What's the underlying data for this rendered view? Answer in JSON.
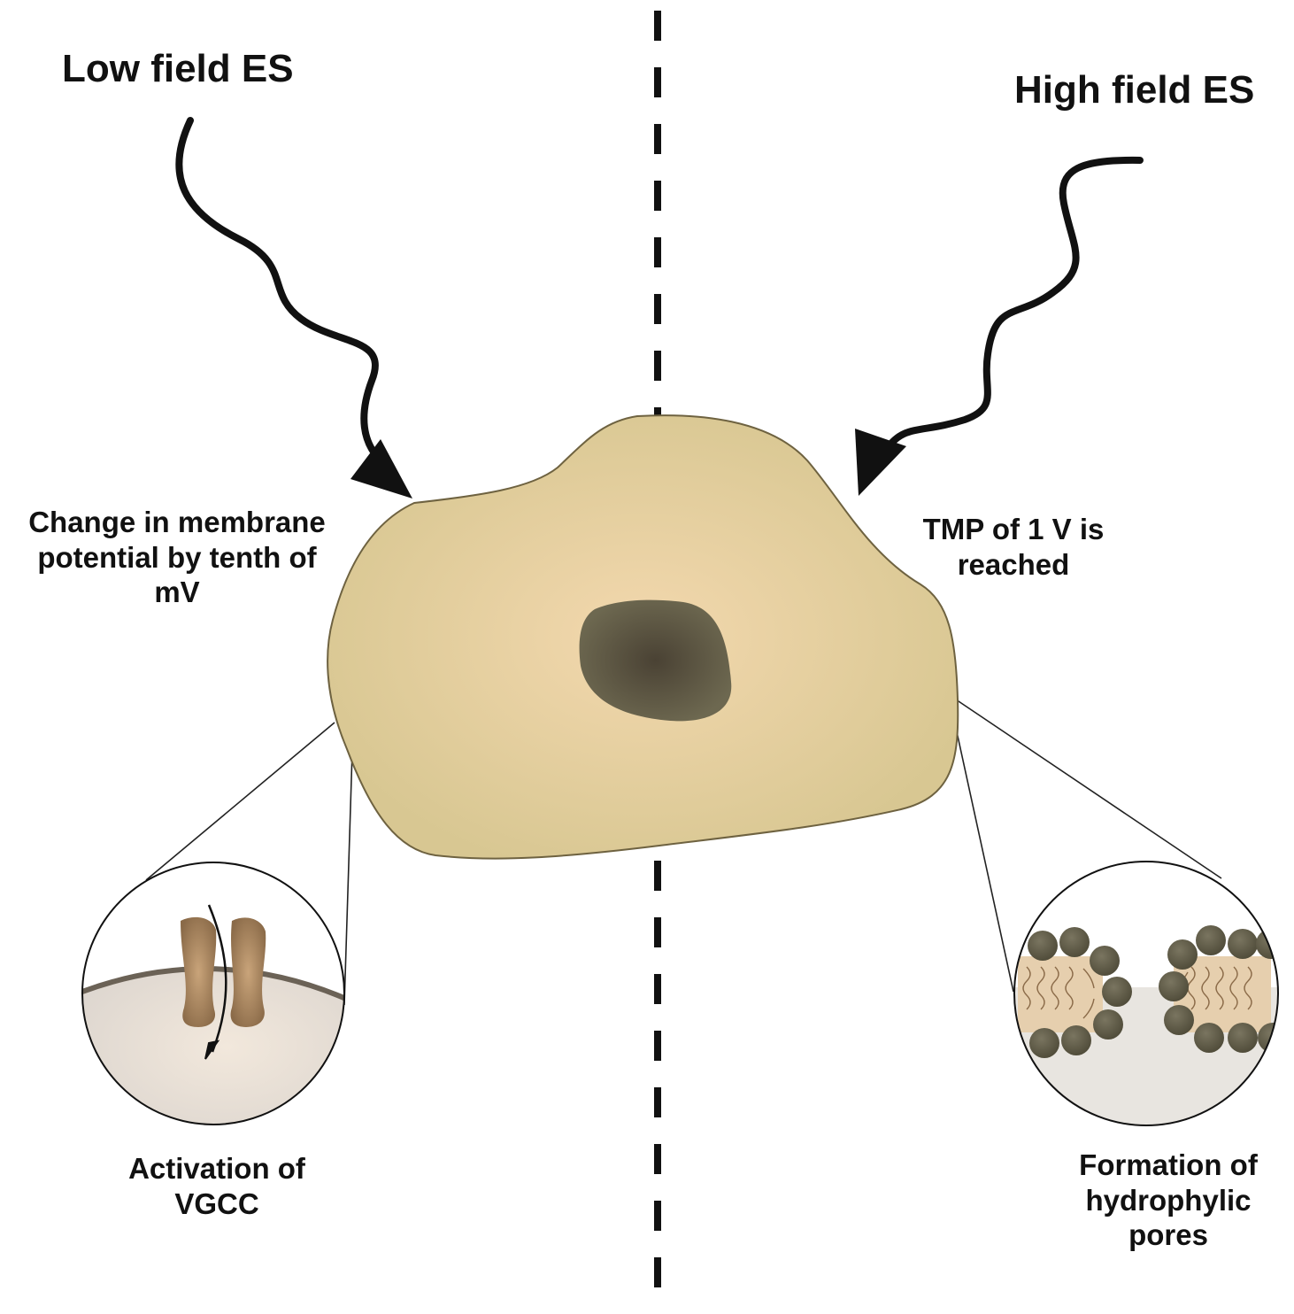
{
  "titles": {
    "low_field": "Low field ES",
    "high_field": "High field ES"
  },
  "notes": {
    "low_effect": [
      "Change in membrane",
      "potential by tenth of",
      "mV"
    ],
    "high_effect": [
      "TMP of 1 V is",
      "reached"
    ],
    "low_outcome": [
      "Activation of",
      "VGCC"
    ],
    "high_outcome": [
      "Formation of",
      "hydrophylic",
      "pores"
    ]
  },
  "colors": {
    "cell_fill_center": "#f3d8ae",
    "cell_fill_edge": "#d8c792",
    "cell_outline": "#6e6240",
    "nucleus_center": "#4a4234",
    "nucleus_edge": "#6d6850",
    "channel": "#9c7a55",
    "lipid_head": "#5f5a45",
    "divider": "#111111"
  },
  "icons": {
    "low_field_arrow": "wavy-arrow-icon",
    "high_field_arrow": "wavy-arrow-icon",
    "channel_inset": "ion-channel-icon",
    "pore_inset": "lipid-pore-icon"
  }
}
